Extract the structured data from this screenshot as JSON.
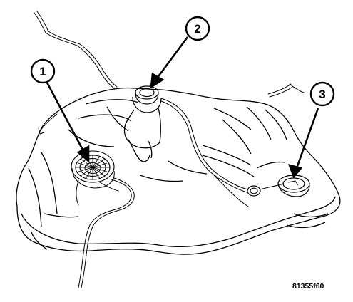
{
  "diagram": {
    "callouts": [
      {
        "number": "1"
      },
      {
        "number": "2"
      },
      {
        "number": "3"
      }
    ],
    "figure_id": "81355f60",
    "colors": {
      "line": "#000000",
      "background": "#ffffff"
    }
  }
}
